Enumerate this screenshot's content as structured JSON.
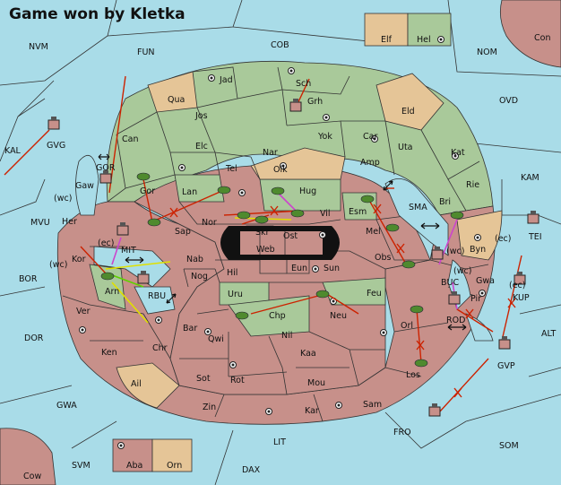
{
  "title": "Game won by Kletka",
  "colors": {
    "sea": "#a9dce8",
    "kletka_land": "#c7908a",
    "green_land": "#a9c99a",
    "neutral_land": "#e5c597",
    "order_arrow": "#cc2200"
  },
  "legend_top": {
    "left": "Elf",
    "right": "Hel"
  },
  "legend_bottom": {
    "left": "Aba",
    "right": "Orn"
  },
  "sea_labels": {
    "NVM": "NVM",
    "FUN": "FUN",
    "COB": "COB",
    "NOM": "NOM",
    "Con": "Con",
    "OVD": "OVD",
    "KAL": "KAL",
    "KAM": "KAM",
    "MVU": "MVU",
    "BOR": "BOR",
    "DOR": "DOR",
    "ALT": "ALT",
    "GWA": "GWA",
    "LIT": "LIT",
    "FRO": "FRO",
    "SOM": "SOM",
    "SVM": "SVM",
    "DAX": "DAX",
    "Cow": "Cow",
    "GVG": "GVG",
    "GOR": "GOR",
    "MIT": "MIT",
    "RBU": "RBU",
    "SMA": "SMA",
    "TEI": "TEI",
    "BUC": "BUC",
    "ROD": "ROD",
    "KUP": "KUP",
    "GVP": "GVP"
  },
  "land_labels": {
    "Jad": "Jad",
    "Sch": "Sch",
    "Grh": "Grh",
    "Qua": "Qua",
    "Jos": "Jos",
    "Eld": "Eld",
    "Can": "Can",
    "Yok": "Yok",
    "Car": "Car",
    "Elc": "Elc",
    "Nar": "Nar",
    "Uta": "Uta",
    "Kat": "Kat",
    "Tel": "Tel",
    "Olk": "Olk",
    "Amp": "Amp",
    "Gaw": "Gaw",
    "Gor": "Gor",
    "Lan": "Lan",
    "Hug": "Hug",
    "Rie": "Rie",
    "Her": "Her",
    "Sap": "Sap",
    "Nor": "Nor",
    "Vil": "Vil",
    "Esm": "Esm",
    "Bri": "Bri",
    "Skr": "Skr",
    "Ost": "Ost",
    "Mel": "Mel",
    "Web": "Web",
    "Byn": "Byn",
    "Kor": "Kor",
    "Nab": "Nab",
    "Obs": "Obs",
    "Hil": "Hil",
    "Eun": "Eun",
    "Sun": "Sun",
    "Gwa": "Gwa",
    "Arn": "Arn",
    "Nog": "Nog",
    "Pir": "Pir",
    "Uru": "Uru",
    "Feu": "Feu",
    "Ver": "Ver",
    "Chp": "Chp",
    "Neu": "Neu",
    "Orl": "Orl",
    "Bar": "Bar",
    "Qwi": "Qwi",
    "Nil": "Nil",
    "Ken": "Ken",
    "Chr": "Chr",
    "Kaa": "Kaa",
    "Los": "Los",
    "Ail": "Ail",
    "Sot": "Sot",
    "Rot": "Rot",
    "Mou": "Mou",
    "Zin": "Zin",
    "Kar": "Kar",
    "Sam": "Sam"
  },
  "coast_labels": {
    "wc": "(wc)",
    "ec": "(ec)"
  }
}
